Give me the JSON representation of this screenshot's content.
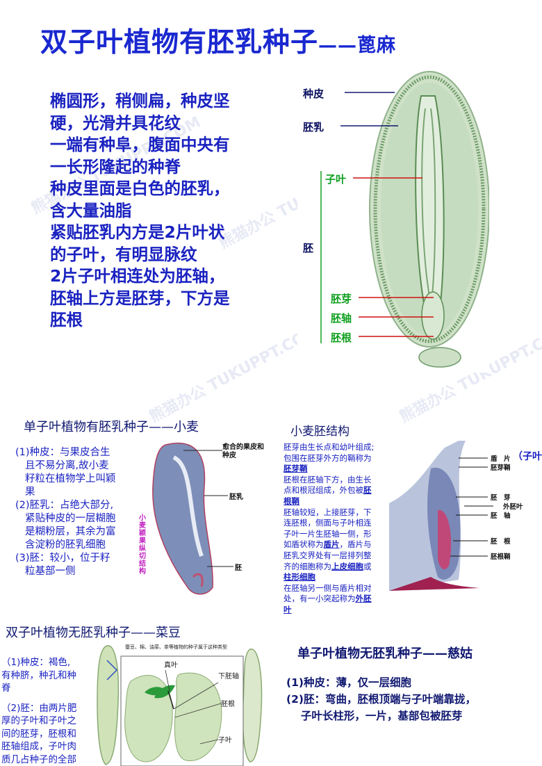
{
  "title": {
    "main": "双子叶植物有胚乳种子",
    "sub": "——蓖麻"
  },
  "castor": {
    "lines": [
      "椭圆形，稍侧扁，种皮坚",
      "硬，光滑并具花纹",
      "一端有种阜，腹面中央有",
      "一长形隆起的种脊",
      "种皮里面是白色的胚乳，",
      "含大量油脂",
      "紧贴胚乳内方是2片叶状",
      "的子叶，有明显脉纹",
      "2片子叶相连处为胚轴，",
      "胚轴上方是胚芽，下方是",
      "胚根"
    ],
    "labels": {
      "seed_coat": "种皮",
      "endosperm": "胚乳",
      "cotyledon": "子叶",
      "embryo": "胚",
      "plumule": "胚芽",
      "hypocotyl": "胚轴",
      "radicle": "胚根"
    }
  },
  "wheat": {
    "title": "单子叶植物有胚乳种子——小麦",
    "lines": [
      "(1)种皮：与果皮合生",
      "且不易分离,故小麦",
      "籽粒在植物学上叫颖",
      "果",
      "(2)胚乳：占绝大部分,",
      "紧贴种皮的一层糊胞",
      "是糊粉层，其余为富",
      "含淀粉的胚乳细胞",
      "(3)胚：较小，位于籽",
      "粒基部一侧"
    ],
    "image_labels": {
      "pericarp": "愈合的果皮和种皮",
      "endosperm": "胚乳",
      "embryo": "胚",
      "caption": "小麦颖果纵切结构"
    }
  },
  "wheat_embryo": {
    "title": "小麦胚结构",
    "lines": [
      "胚芽由生长点和幼叶组成;",
      "包围在胚芽外方的鞘称为",
      "<u>胚芽鞘</u>",
      "胚根在胚轴下方，由生长",
      "点和根冠组成，外包被<u>胚</u>",
      "<u>根鞘</u>",
      "胚轴较短，上接胚芽，下",
      "连胚根，侧面与子叶相连",
      "子叶一片生胚轴一侧，形",
      "如盾状称为<u>盾片</u>，盾片与",
      "胚乳交界处有一层排列整",
      "齐的细胞称为<u>上皮细胞</u>或",
      "<u>柱形细胞</u>",
      "在胚轴另一侧与盾片相对",
      "处，有一小突起称为<u>外胚</u>",
      "<u>叶</u>"
    ],
    "image_labels": {
      "scutellum": "盾　片",
      "cotyledon_note": "（子叶",
      "coleoptile": "胚芽鞘",
      "plumule": "胚　芽",
      "epiblast": "外胚叶",
      "axis": "胚　轴",
      "radicle": "胚　根",
      "coleorhiza": "胚根鞘"
    }
  },
  "bean": {
    "title": "双子叶植物无胚乳种子——菜豆",
    "lines": [
      "（1)种皮：褐色,",
      "有种脐，种孔和种",
      "脊",
      "（2)胚：由两片肥",
      "厚的子叶和子叶之",
      "间的胚芽，胚根和",
      "胚轴组成，子叶肉",
      "质几占种子的全部"
    ],
    "image_labels": {
      "header": "蚕豆、棉、油菜、茶等植物的种子属于这种类型",
      "true_leaf": "真叶",
      "hypocotyl": "下胚轴",
      "radicle": "胚根",
      "cotyledon": "子叶"
    }
  },
  "arrowhead": {
    "title": "单子叶植物无胚乳种子——慈姑",
    "lines": [
      "(1)种皮：薄，仅一层细胞",
      "(2)胚：弯曲，胚根顶端与子叶端靠拢，",
      "　 子叶长柱形，一片，基部包被胚芽"
    ]
  },
  "watermark": "熊猫办公 TUKUPPT.COM",
  "colors": {
    "title": "#1a28d0",
    "body_text": "#1a22c0",
    "green_label": "#10a020",
    "pointer_red": "#d01010"
  }
}
